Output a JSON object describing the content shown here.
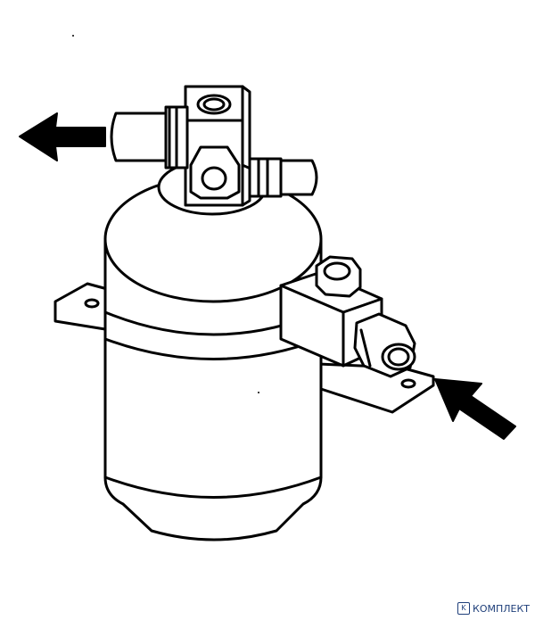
{
  "diagram": {
    "stroke_color": "#000000",
    "fill_color": "#ffffff",
    "arrows": [
      {
        "direction": "left",
        "role": "outlet-flow"
      },
      {
        "direction": "up-left",
        "role": "inlet-flow"
      }
    ]
  },
  "watermark": {
    "text": "КОМПЛЕКТ",
    "badge": "K",
    "color": "#1f3f7a"
  }
}
